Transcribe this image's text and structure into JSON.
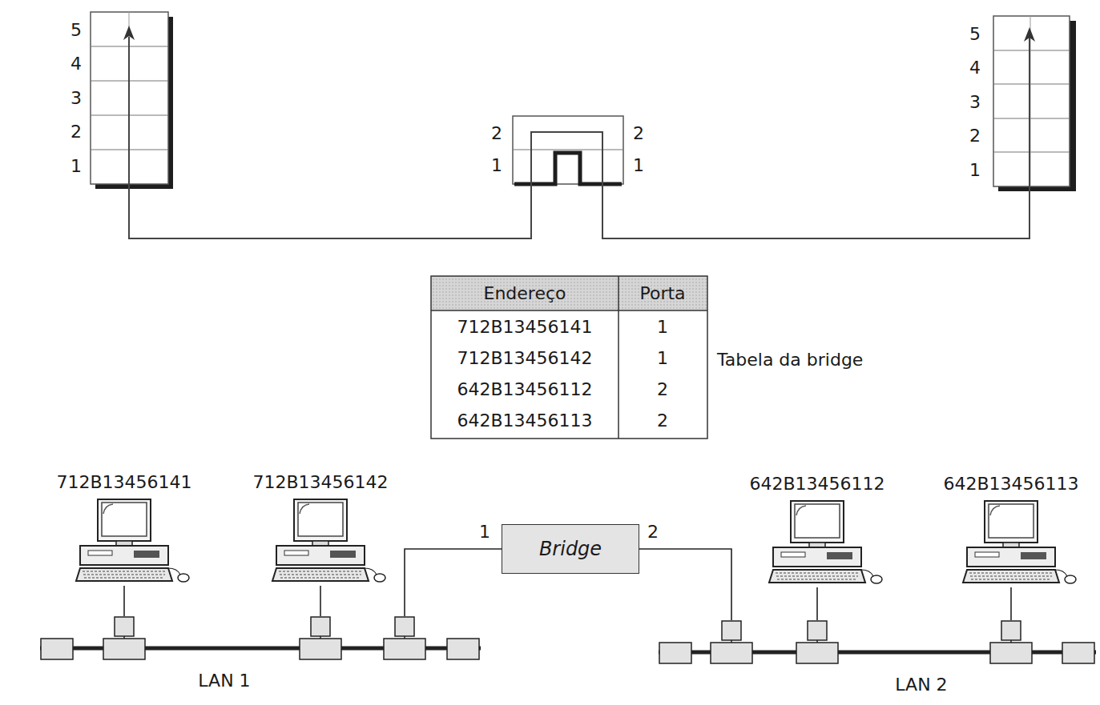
{
  "diagram": {
    "nodes": [
      {
        "text": [
          "712B13456141"
        ]
      },
      {
        "text": [
          "712B13456142"
        ]
      },
      {
        "text": [
          "Bridge"
        ]
      },
      {
        "text": [
          "642B13456112"
        ]
      },
      {
        "text": [
          "642B13456113"
        ]
      },
      {
        "text": [
          "LAN 1"
        ]
      },
      {
        "text": [
          "LAN 2"
        ]
      }
    ],
    "edges": [
      {
        "from": 0,
        "to": 5,
        "arrow": "none"
      },
      {
        "from": 1,
        "to": 5,
        "arrow": "none"
      },
      {
        "from": 2,
        "to": 5,
        "arrow": "none"
      },
      {
        "from": 2,
        "to": 6,
        "arrow": "none"
      },
      {
        "from": 3,
        "to": 6,
        "arrow": "none"
      },
      {
        "from": 4,
        "to": 6,
        "arrow": "none"
      }
    ],
    "labels": [
      "5",
      "4",
      "3",
      "2",
      "1",
      "2",
      "1",
      "2",
      "1",
      "5",
      "4",
      "3",
      "2",
      "1",
      "Endereço",
      "Porta",
      "712B13456141",
      "1",
      "712B13456142",
      "1",
      "642B13456112",
      "2",
      "642B13456113",
      "2",
      "Tabela da bridge",
      "1",
      "2"
    ]
  }
}
